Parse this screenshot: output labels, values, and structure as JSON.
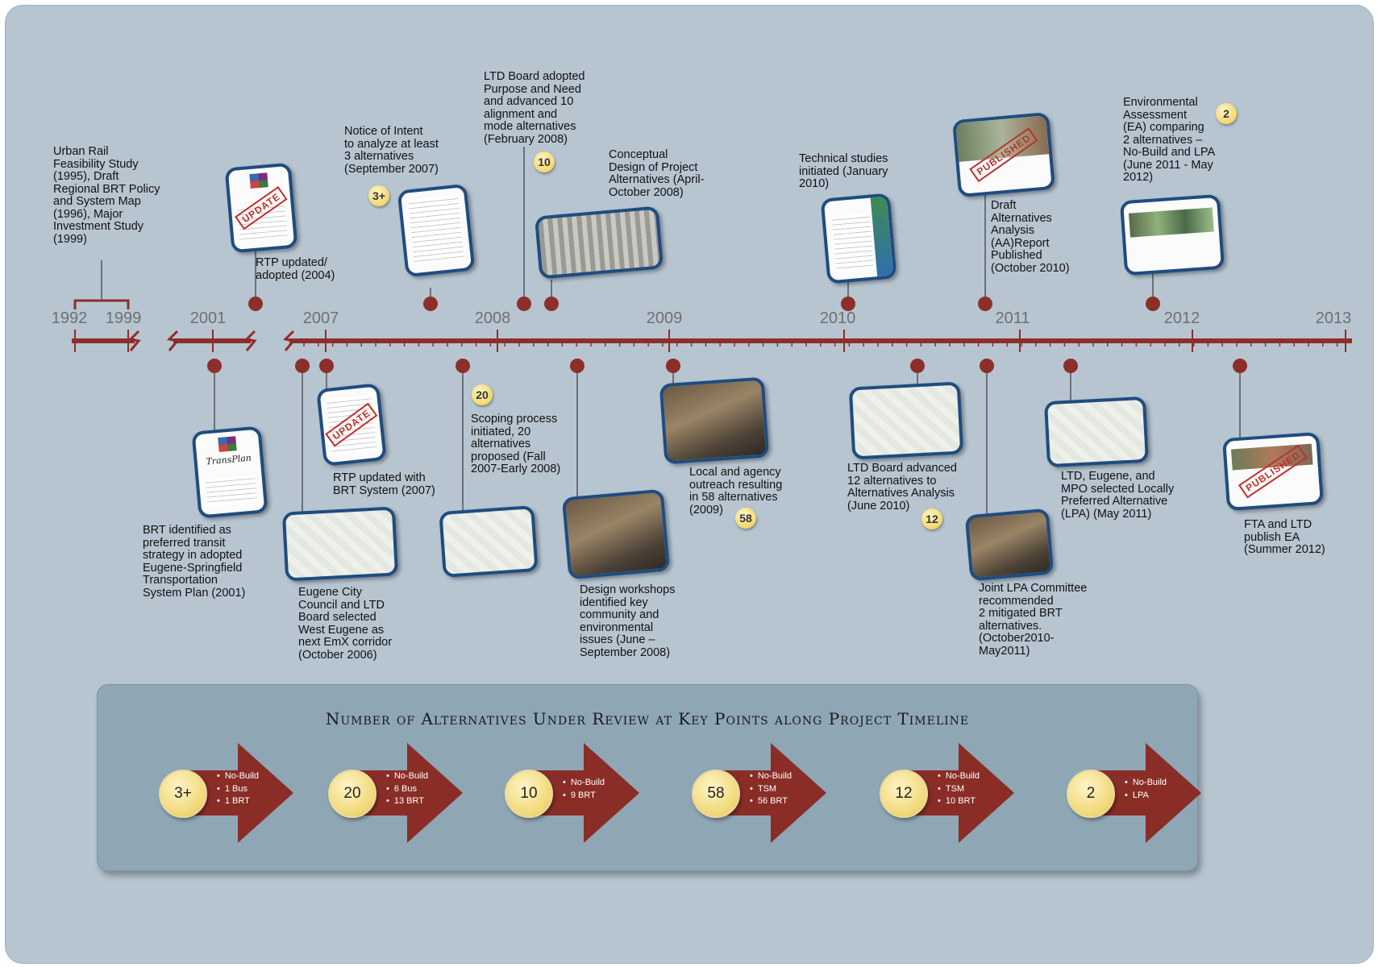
{
  "axis": {
    "year_labels": [
      "1992",
      "1999",
      "2001",
      "2007",
      "2008",
      "2009",
      "2010",
      "2011",
      "2012",
      "2013"
    ]
  },
  "events": [
    {
      "id": "urban-rail",
      "year": "1992-1999",
      "lines": [
        "Urban Rail",
        "Feasibility Study",
        "(1995), Draft",
        "Regional BRT Policy",
        "and System Map",
        "(1996), Major",
        "Investment Study",
        "(1999)"
      ]
    },
    {
      "id": "brt-identified",
      "year": "2001",
      "lines": [
        "BRT identified as",
        "preferred transit",
        "strategy in adopted",
        "Eugene-Springfield",
        "Transportation",
        "System Plan (2001)"
      ],
      "thumb_text": "TransPlan"
    },
    {
      "id": "rtp-2004",
      "year": "2004",
      "lines": [
        "RTP updated/",
        "adopted (2004)"
      ],
      "stamp": "UPDATE"
    },
    {
      "id": "emx-corridor",
      "year": "Oct 2006",
      "lines": [
        "Eugene City",
        "Council and LTD",
        "Board selected",
        "West Eugene as",
        "next EmX corridor",
        "(October 2006)"
      ]
    },
    {
      "id": "rtp-2007",
      "year": "2007",
      "lines": [
        "RTP updated with",
        "BRT System (2007)"
      ],
      "stamp": "UPDATE"
    },
    {
      "id": "notice-intent",
      "year": "Sep 2007",
      "lines": [
        "Notice of Intent",
        "to analyze at least",
        "3 alternatives",
        "(September 2007)"
      ],
      "badge": "3+"
    },
    {
      "id": "scoping",
      "year": "Fall 2007",
      "lines": [
        "Scoping process",
        "initiated, 20",
        "alternatives",
        "proposed (Fall",
        "2007-Early 2008)"
      ],
      "badge": "20"
    },
    {
      "id": "board-adopted",
      "year": "Feb 2008",
      "lines": [
        "LTD Board adopted",
        "Purpose and Need",
        "and advanced 10",
        "alignment and",
        "mode alternatives",
        "(February 2008)"
      ],
      "badge": "10"
    },
    {
      "id": "conceptual-design",
      "year": "Apr 2008",
      "lines": [
        "Conceptual",
        "Design of Project",
        "Alternatives (April-",
        "October 2008)"
      ]
    },
    {
      "id": "design-workshops",
      "year": "Jun 2008",
      "lines": [
        "Design workshops",
        "identified key",
        "community and",
        "environmental",
        "issues (June –",
        "September 2008)"
      ]
    },
    {
      "id": "outreach",
      "year": "2009",
      "lines": [
        "Local and agency",
        "outreach resulting",
        "in 58 alternatives",
        "(2009)"
      ],
      "badge": "58"
    },
    {
      "id": "technical-studies",
      "year": "Jan 2010",
      "lines": [
        "Technical studies",
        "initiated (January",
        "2010)"
      ]
    },
    {
      "id": "board-advanced-12",
      "year": "Jun 2010",
      "lines": [
        "LTD Board advanced",
        "12 alternatives to",
        "Alternatives Analysis",
        "(June 2010)"
      ],
      "badge": "12"
    },
    {
      "id": "draft-aa",
      "year": "Oct 2010",
      "lines": [
        "Draft",
        "Alternatives",
        "Analysis",
        "(AA)Report",
        "Published",
        "(October 2010)"
      ],
      "stamp": "PUBLISHED"
    },
    {
      "id": "joint-lpa",
      "year": "Oct 2010",
      "lines": [
        "Joint LPA Committee",
        "recommended",
        "2 mitigated BRT",
        "alternatives.",
        "(October2010-",
        "May2011)"
      ]
    },
    {
      "id": "lpa-selected",
      "year": "May 2011",
      "lines": [
        "LTD, Eugene, and",
        "MPO selected Locally",
        "Preferred Alternative",
        "(LPA) (May 2011)"
      ]
    },
    {
      "id": "environmental-assessment",
      "year": "Jun 2011",
      "lines": [
        "Environmental",
        "Assessment",
        "(EA) comparing",
        "2 alternatives –",
        "No-Build and LPA",
        "(June 2011 - May",
        "2012)"
      ],
      "badge": "2"
    },
    {
      "id": "fta-publish",
      "year": "2012",
      "lines": [
        "FTA and LTD",
        "publish EA",
        "(Summer 2012)"
      ],
      "stamp": "PUBLISHED"
    }
  ],
  "summary": {
    "title": "Number of Alternatives Under Review at Key Points along Project Timeline",
    "groups": [
      {
        "count": "3+",
        "items": [
          "No-Build",
          "1 Bus",
          "1 BRT"
        ]
      },
      {
        "count": "20",
        "items": [
          "No-Build",
          "6 Bus",
          "13 BRT"
        ]
      },
      {
        "count": "10",
        "items": [
          "No-Build",
          "9 BRT"
        ]
      },
      {
        "count": "58",
        "items": [
          "No-Build",
          "TSM",
          "56 BRT"
        ]
      },
      {
        "count": "12",
        "items": [
          "No-Build",
          "TSM",
          "10 BRT"
        ]
      },
      {
        "count": "2",
        "items": [
          "No-Build",
          "LPA"
        ]
      }
    ]
  },
  "colors": {
    "axis": "#8c2f2a",
    "background": "#b7c5d1",
    "thumb_border": "#1f4c80",
    "arrow": "#8a2d27",
    "badge": "#f2d76a"
  }
}
